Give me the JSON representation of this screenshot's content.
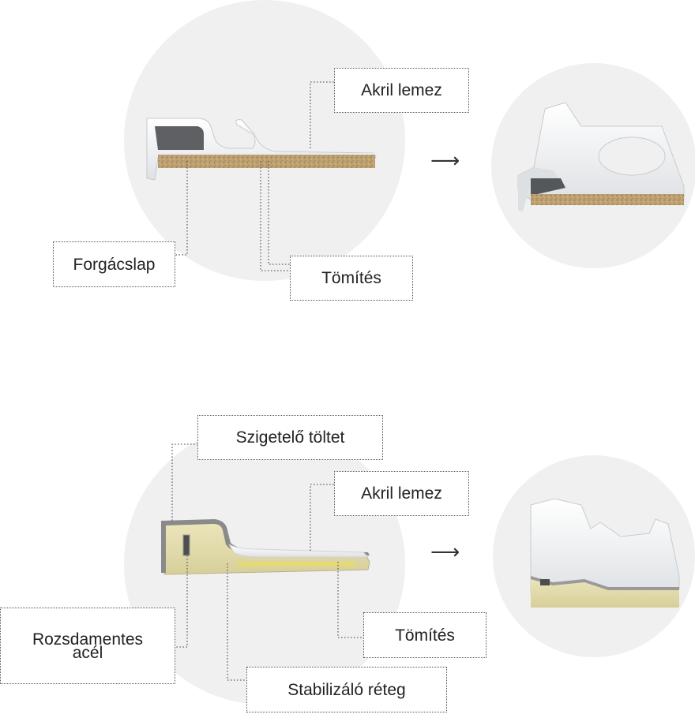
{
  "panel1": {
    "labels": {
      "akril": "Akril lemez",
      "forgacslap": "Forgácslap",
      "tomites": "Tömítés"
    },
    "arrow": "⟶",
    "product_photo": "acrylic-particleboard-profile-cutaway"
  },
  "panel2": {
    "labels": {
      "szigetelo": "Szigetelő töltet",
      "akril": "Akril lemez",
      "tomites": "Tömítés",
      "rozsda_line1": "Rozsdamentes",
      "rozsda_line2": "acél",
      "stabilizalo": "Stabilizáló réteg"
    },
    "arrow": "⟶",
    "product_photo": "acrylic-insulated-steel-profile-cutaway"
  },
  "colors": {
    "circle_bg": "#f0f0f0",
    "acrylic": "#f4f5f6",
    "particleboard": "#b89968",
    "foam": "#e2dcb0",
    "steel": "#8a8a8a",
    "leader": "#666666"
  }
}
